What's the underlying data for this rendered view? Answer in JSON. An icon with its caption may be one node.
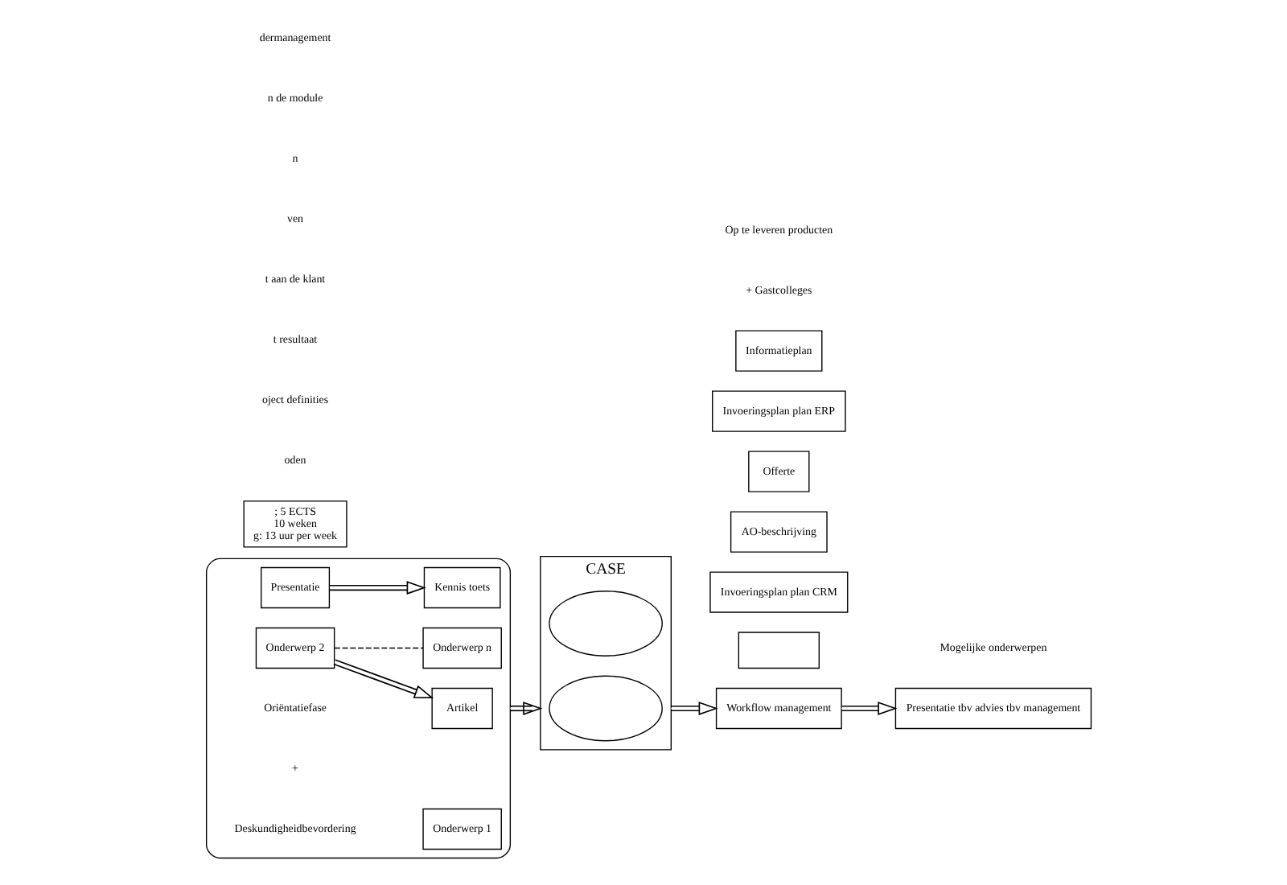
{
  "diagram": {
    "nodes": [
      {
        "text": [
          "; 5 ECTS",
          "10 weken",
          "g: 13 uur per week"
        ]
      },
      {
        "text": [
          "CASE"
        ]
      },
      {
        "text": [],
        "shape": "ellipse",
        "in": 1
      },
      {
        "text": [],
        "shape": "ellipse",
        "in": 1
      },
      {
        "text": [
          "Informatieplan"
        ]
      },
      {
        "text": [
          "Invoeringsplan plan ERP"
        ]
      },
      {
        "text": [
          "Offerte"
        ]
      },
      {
        "text": [
          "Workflow management"
        ]
      },
      {
        "text": [
          "AO-beschrijving"
        ]
      },
      {
        "text": [
          "Invoeringsplan plan CRM"
        ]
      },
      {
        "text": [],
        "shape": "box"
      },
      {
        "text": [
          "Presentatie tbv advies tbv management"
        ]
      },
      {
        "text": [],
        "shape": "box"
      },
      {
        "text": [
          "Artikel"
        ],
        "in": 12
      },
      {
        "text": [
          "Presentatie"
        ],
        "in": 12
      },
      {
        "text": [
          "Kennis toets"
        ],
        "in": 12
      },
      {
        "text": [
          "Onderwerp 1"
        ],
        "in": 12
      },
      {
        "text": [
          "Onderwerp 2"
        ],
        "in": 12
      },
      {
        "text": [
          "Onderwerp n"
        ],
        "in": 12
      }
    ],
    "edges": [
      {
        "from": 1,
        "to": 7,
        "arrow": "to"
      },
      {
        "from": 7,
        "to": 11,
        "arrow": "to"
      },
      {
        "from": 12,
        "to": 1,
        "arrow": "to"
      },
      {
        "from": 14,
        "to": 15,
        "arrow": "to"
      },
      {
        "from": 17,
        "to": 13,
        "arrow": "to"
      },
      {
        "from": 17,
        "to": 18,
        "arrow": "none",
        "style": "dashed"
      }
    ],
    "labels": [
      "dermanagement",
      "n de module",
      "n",
      "ven",
      "t aan de klant",
      "t resultaat",
      "oject definities",
      "oden",
      "Op te leveren producten",
      "+ Gastcolleges",
      "Oriëntatiefase",
      "+",
      "Deskundigheidbevordering",
      "Mogelijke onderwerpen"
    ]
  }
}
